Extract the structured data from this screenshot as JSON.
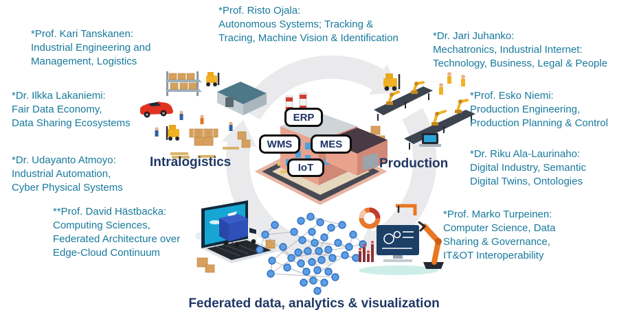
{
  "colors": {
    "expert_text": "#17799C",
    "label_text": "#1F3864",
    "cycle_arrow": "#EAEAEC",
    "graph_node": "#5B9EE6",
    "graph_node_border": "#2E6FBF"
  },
  "areas": {
    "left": "Intralogistics",
    "right": "Production",
    "bottom": "Federated data, analytics & visualization"
  },
  "systems": {
    "erp": "ERP",
    "wms": "WMS",
    "mes": "MES",
    "iot": "IoT"
  },
  "experts": [
    {
      "name": "*Prof. Kari Tanskanen:",
      "specialty": [
        "Industrial Engineering and",
        "Management, Logistics"
      ]
    },
    {
      "name": "*Dr. Ilkka Lakaniemi:",
      "specialty": [
        "Fair Data Economy,",
        "Data Sharing Ecosystems"
      ]
    },
    {
      "name": "*Dr. Udayanto Atmoyo:",
      "specialty": [
        "Industrial Automation,",
        "Cyber Physical Systems"
      ]
    },
    {
      "name": "**Prof. David Hästbacka:",
      "specialty": [
        "Computing Sciences,",
        "Federated Architecture over",
        "Edge-Cloud Continuum"
      ]
    },
    {
      "name": "*Prof. Risto Ojala:",
      "specialty": [
        "Autonomous Systems; Tracking &",
        "Tracing, Machine Vision & Identification"
      ]
    },
    {
      "name": "*Dr. Jari Juhanko:",
      "specialty": [
        "Mechatronics, Industrial Internet:",
        "Technology, Business, Legal & People"
      ]
    },
    {
      "name": "*Prof. Esko Niemi:",
      "specialty": [
        "Production Engineering,",
        "Production Planning & Control"
      ]
    },
    {
      "name": "*Dr. Riku Ala-Laurinaho:",
      "specialty": [
        "Digital Industry, Semantic",
        "Digital Twins, Ontologies"
      ]
    },
    {
      "name": "*Prof. Marko Turpeinen:",
      "specialty": [
        "Computer Science, Data",
        "Sharing & Governance,",
        "IT&OT Interoperability"
      ]
    }
  ],
  "illustrations": [
    "warehouse-intralogistics",
    "production-line",
    "factory-with-systems",
    "laptop-truck-edge-cloud",
    "network-graph",
    "analytics-robot",
    "cycle-arrow"
  ]
}
